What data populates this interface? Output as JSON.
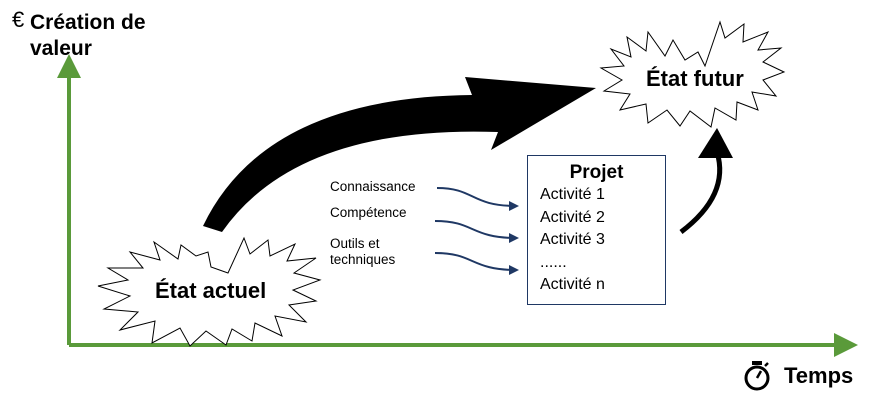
{
  "axes": {
    "y_title": "Création de valeur",
    "x_title": "Temps",
    "y_icon": "euro-icon",
    "x_icon": "stopwatch-icon",
    "axis_color": "#5a9a3a"
  },
  "states": {
    "current": "État actuel",
    "future": "État futur"
  },
  "inputs": [
    "Connaissance",
    "Compétence",
    "Outils et techniques"
  ],
  "project": {
    "title": "Projet",
    "activities": [
      "Activité 1",
      "Activité 2",
      "Activité 3",
      "......",
      "Activité n"
    ]
  },
  "colors": {
    "arrow_main": "#000000",
    "input_arrows": "#1f3864",
    "box_border": "#1f3864"
  }
}
